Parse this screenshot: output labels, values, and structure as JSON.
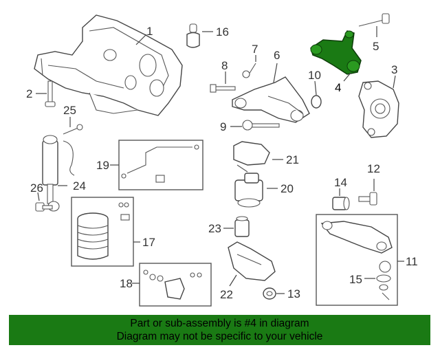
{
  "diagram": {
    "highlight_color": "#1a7a14",
    "callouts": {
      "c1": "1",
      "c2": "2",
      "c3": "3",
      "c4": "4",
      "c5": "5",
      "c6": "6",
      "c7": "7",
      "c8": "8",
      "c9": "9",
      "c10": "10",
      "c11": "11",
      "c12": "12",
      "c13": "13",
      "c14": "14",
      "c15": "15",
      "c16": "16",
      "c17": "17",
      "c18": "18",
      "c19": "19",
      "c20": "20",
      "c21": "21",
      "c22": "22",
      "c23": "23",
      "c24": "24",
      "c25": "25",
      "c26": "26"
    }
  },
  "footer": {
    "line1": "Part or sub-assembly is #4 in diagram",
    "line2": "Diagram may not be specific to your vehicle"
  }
}
